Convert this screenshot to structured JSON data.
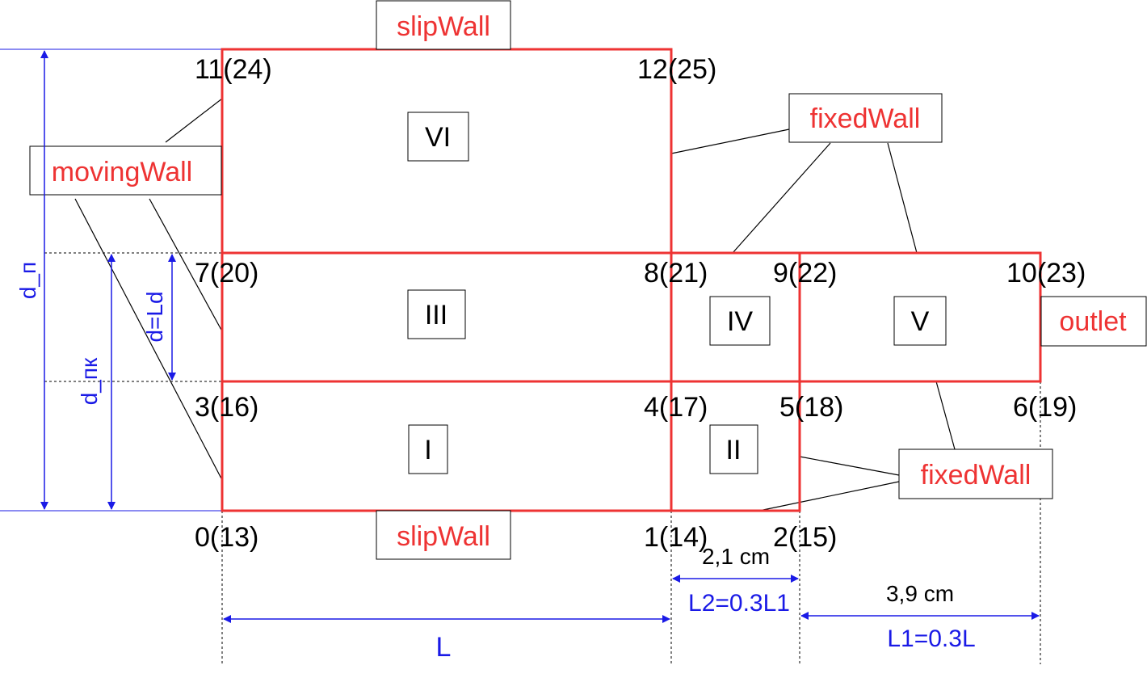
{
  "labels": {
    "slipwall_top": "slipWall",
    "slipwall_bottom": "slipWall",
    "movingwall": "movingWall",
    "fixedwall_top": "fixedWall",
    "fixedwall_bottom": "fixedWall",
    "outlet": "outlet"
  },
  "blocks": {
    "b1": "I",
    "b2": "II",
    "b3": "III",
    "b4": "IV",
    "b5": "V",
    "b6": "VI"
  },
  "points": {
    "p0": "0(13)",
    "p1": "1(14)",
    "p2": "2(15)",
    "p3": "3(16)",
    "p4": "4(17)",
    "p5": "5(18)",
    "p6": "6(19)",
    "p7": "7(20)",
    "p8": "8(21)",
    "p9": "9(22)",
    "p10": "10(23)",
    "p11": "11(24)",
    "p12": "12(25)"
  },
  "dimensions": {
    "d_p": "d_п",
    "d_pk": "d_пк",
    "d_ld": "d=Ld",
    "L": "L",
    "L2": "L2=0.3L1",
    "L2_value": "2,1 cm",
    "L1": "L1=0.3L",
    "L1_value": "3,9 cm"
  },
  "colors": {
    "boundary": "#ee3333",
    "dimension": "#1a1ae6",
    "annotation": "#000000"
  }
}
